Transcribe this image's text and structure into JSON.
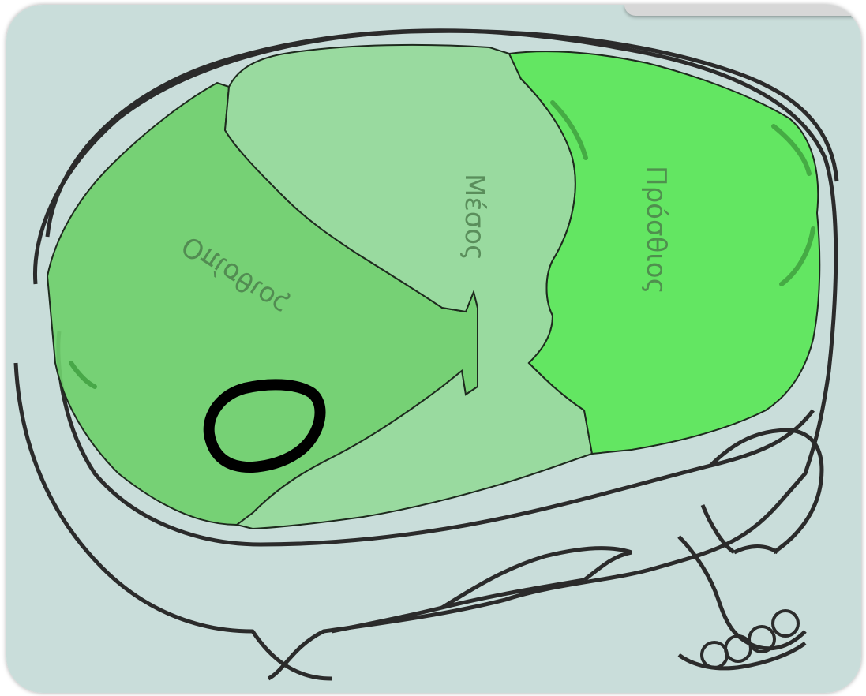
{
  "diagram": {
    "labels": {
      "posterior": "Οπίσθιος",
      "middle": "Μέσος",
      "anterior": "Πρόσθιος"
    }
  },
  "colors": {
    "background": "#c9ddda",
    "posterior_fill": "#6fcf6c",
    "middle_fill": "#95d99a",
    "anterior_fill": "#5ee65c",
    "outline": "#2b2b2b",
    "marker": "#000000"
  }
}
